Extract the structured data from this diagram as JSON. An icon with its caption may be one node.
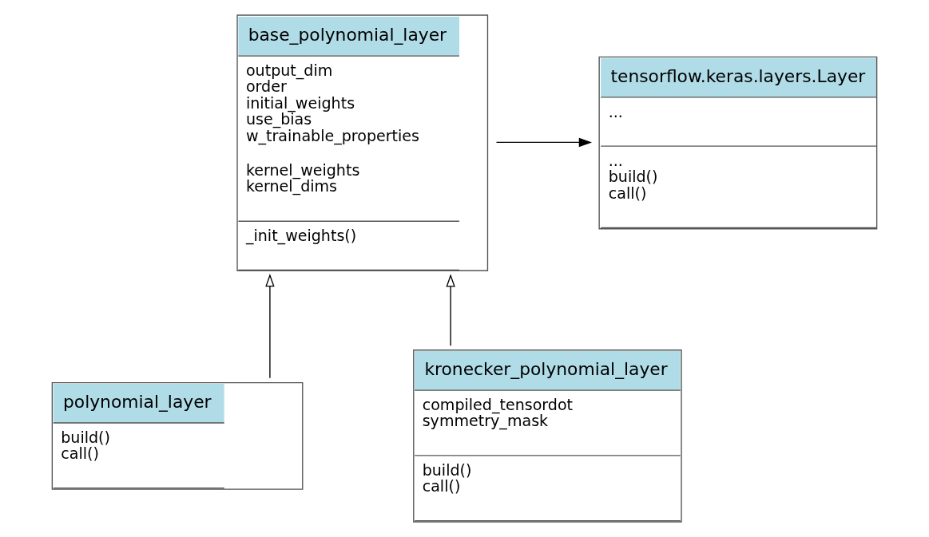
{
  "diagram": {
    "nodes": [
      {
        "text": [
          "base_polynomial_layer",
          "output_dim order initial_weights use_bias w_trainable_properties",
          "kernel_weights kernel_dims",
          "_init_weights()"
        ]
      },
      {
        "text": [
          "tensorflow.keras.layers.Layer",
          "...",
          "... build() call()"
        ]
      },
      {
        "text": [
          "polynomial_layer",
          "build() call()"
        ]
      },
      {
        "text": [
          "kronecker_polynomial_layer",
          "compiled_tensordot symmetry_mask",
          "build() call()"
        ]
      }
    ],
    "edges": [
      {
        "from": 0,
        "to": 1,
        "arrow": "to"
      },
      {
        "from": 2,
        "to": 0,
        "arrow": "to"
      },
      {
        "from": 3,
        "to": 0,
        "arrow": "to"
      }
    ]
  }
}
